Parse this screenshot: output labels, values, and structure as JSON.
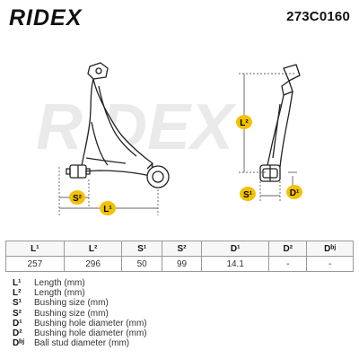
{
  "header": {
    "brand": "RIDEX",
    "part_number": "273C0160",
    "brand_color": "#111111"
  },
  "drawing": {
    "labels": {
      "l1": "L¹",
      "l2": "L²",
      "s1": "S¹",
      "s2": "S²",
      "d1": "D¹"
    },
    "accent_color": "#f2c200"
  },
  "table": {
    "headers": [
      "L¹",
      "L²",
      "S¹",
      "S²",
      "D¹",
      "D²",
      "Dᵇʲ"
    ],
    "values": [
      "257",
      "296",
      "50",
      "99",
      "14.1",
      "-",
      "-"
    ]
  },
  "legend": [
    {
      "key": "L¹",
      "desc": "Length (mm)"
    },
    {
      "key": "L²",
      "desc": "Length (mm)"
    },
    {
      "key": "S¹",
      "desc": "Bushing size (mm)"
    },
    {
      "key": "S²",
      "desc": "Bushing size (mm)"
    },
    {
      "key": "D¹",
      "desc": "Bushing hole diameter (mm)"
    },
    {
      "key": "D²",
      "desc": "Bushing hole diameter (mm)"
    },
    {
      "key": "Dᵇʲ",
      "desc": "Ball stud diameter (mm)"
    }
  ]
}
